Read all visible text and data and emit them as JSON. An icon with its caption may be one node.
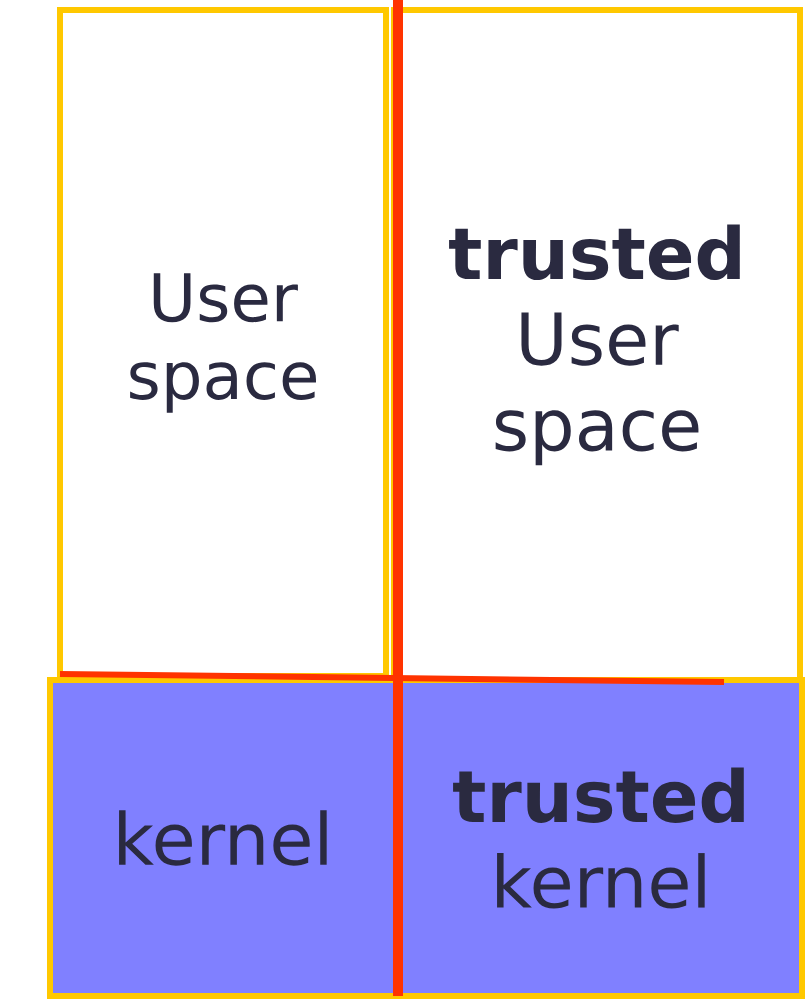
{
  "diagram": {
    "nodes": [
      {
        "text": [
          "User space"
        ]
      },
      {
        "text": [
          "**trusted** User space"
        ]
      },
      {
        "text": [
          "kernel"
        ]
      },
      {
        "text": [
          "**trusted** kernel"
        ]
      }
    ]
  }
}
